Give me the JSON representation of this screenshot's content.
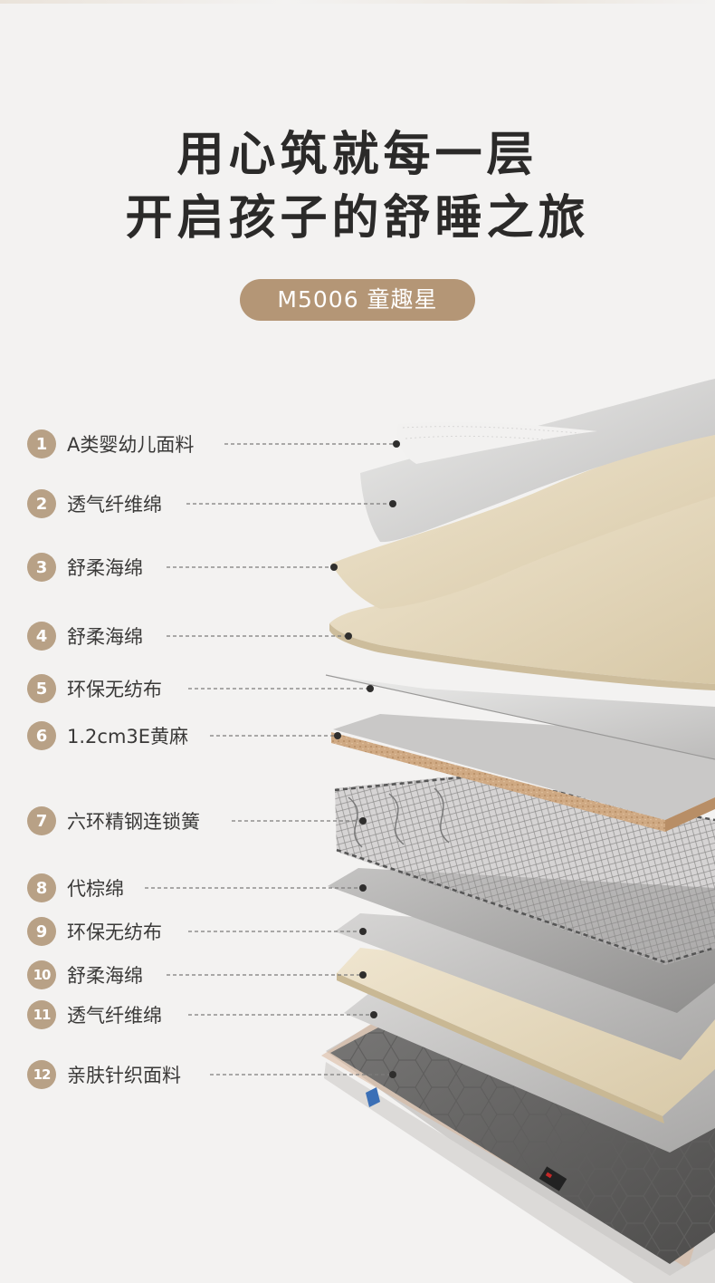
{
  "headline": {
    "line1": "用心筑就每一层",
    "line2": "开启孩子的舒睡之旅"
  },
  "model_badge": "M5006 童趣星",
  "layers": [
    {
      "num": "1",
      "label": "A类婴幼儿面料"
    },
    {
      "num": "2",
      "label": "透气纤维绵"
    },
    {
      "num": "3",
      "label": "舒柔海绵"
    },
    {
      "num": "4",
      "label": "舒柔海绵"
    },
    {
      "num": "5",
      "label": "环保无纺布"
    },
    {
      "num": "6",
      "label": "1.2cm3E黄麻"
    },
    {
      "num": "7",
      "label": "六环精钢连锁簧"
    },
    {
      "num": "8",
      "label": "代棕绵"
    },
    {
      "num": "9",
      "label": "环保无纺布"
    },
    {
      "num": "10",
      "label": "舒柔海绵"
    },
    {
      "num": "11",
      "label": "透气纤维绵"
    },
    {
      "num": "12",
      "label": "亲肤针织面料"
    }
  ],
  "colors": {
    "accent": "#b49676",
    "number_badge": "#b8a186",
    "fabric_grey": "#c9c8c7",
    "sponge_cream": "#e3d6ba",
    "jute": "#cfa983"
  }
}
